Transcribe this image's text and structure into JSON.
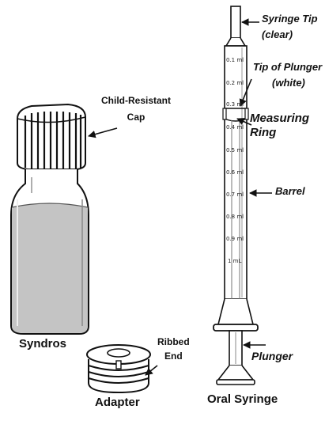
{
  "figure": {
    "bottle": {
      "cap_label_line1": "Child-Resistant",
      "cap_label_line2": "Cap",
      "name": "Syndros"
    },
    "adapter": {
      "ribbed_line1": "Ribbed",
      "ribbed_line2": "End",
      "name": "Adapter"
    },
    "syringe": {
      "tip_line1": "Syringe Tip",
      "tip_line2": "(clear)",
      "plunger_tip_line1": "Tip of Plunger",
      "plunger_tip_line2": "(white)",
      "ring_line1": "Measuring",
      "ring_line2": "Ring",
      "barrel": "Barrel",
      "plunger": "Plunger",
      "name": "Oral Syringe",
      "scale": [
        "0.1 ml",
        "0.2 ml",
        "0.3 ml",
        "0.4 ml",
        "0.5 ml",
        "0.6 ml",
        "0.7 ml",
        "0.8 ml",
        "0.9 ml",
        "1 mL"
      ]
    },
    "colors": {
      "line": "#111111",
      "liquid": "#c4c4c4"
    }
  }
}
